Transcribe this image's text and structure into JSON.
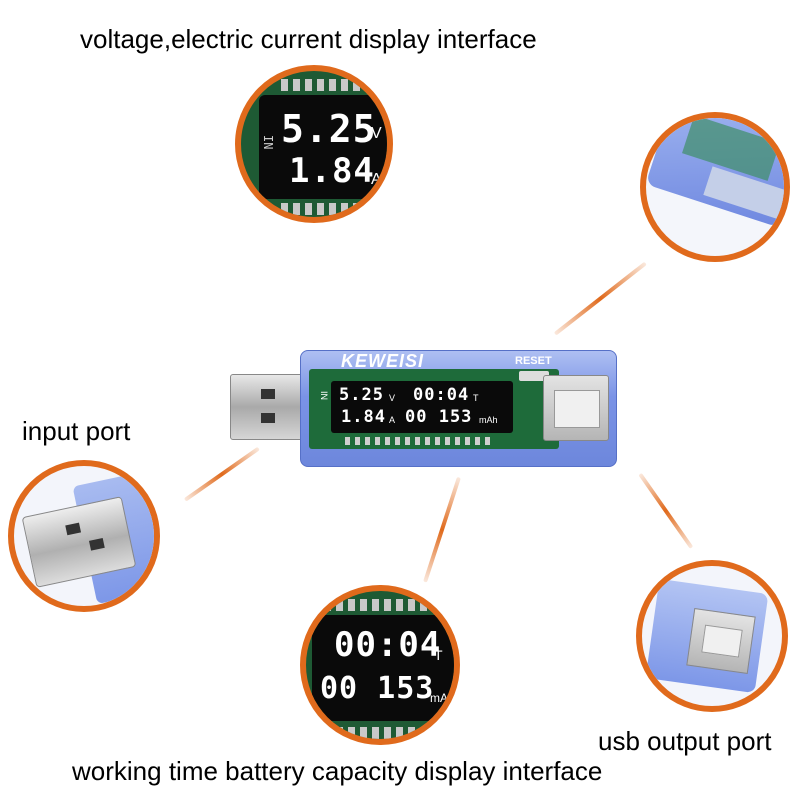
{
  "labels": {
    "voltage_current": "voltage,electric current display interface",
    "input_port": "input port",
    "usb_output_port": "usb output port",
    "time_capacity": "working time battery capacity display interface"
  },
  "device": {
    "brand": "KEWEISI",
    "reset": "RESET",
    "in_mark": "IN",
    "screen": {
      "voltage": "5.25",
      "voltage_unit": "V",
      "time": "00:04",
      "time_unit": "T",
      "current": "1.84",
      "current_unit": "A",
      "capacity": "00 153",
      "capacity_unit": "mAh"
    }
  },
  "zoom_voltage": {
    "voltage": "5.25",
    "voltage_unit": "V",
    "current": "1.84",
    "current_unit": "A",
    "in_mark": "IN"
  },
  "zoom_time": {
    "time": "00:04",
    "time_unit": "T",
    "capacity": "00 153",
    "capacity_unit": "mAh"
  },
  "colors": {
    "accent": "#e06a1c",
    "case_blue": "#7d97e8",
    "lcd": "#0a0a0a",
    "pcb": "#1e6b3a"
  }
}
